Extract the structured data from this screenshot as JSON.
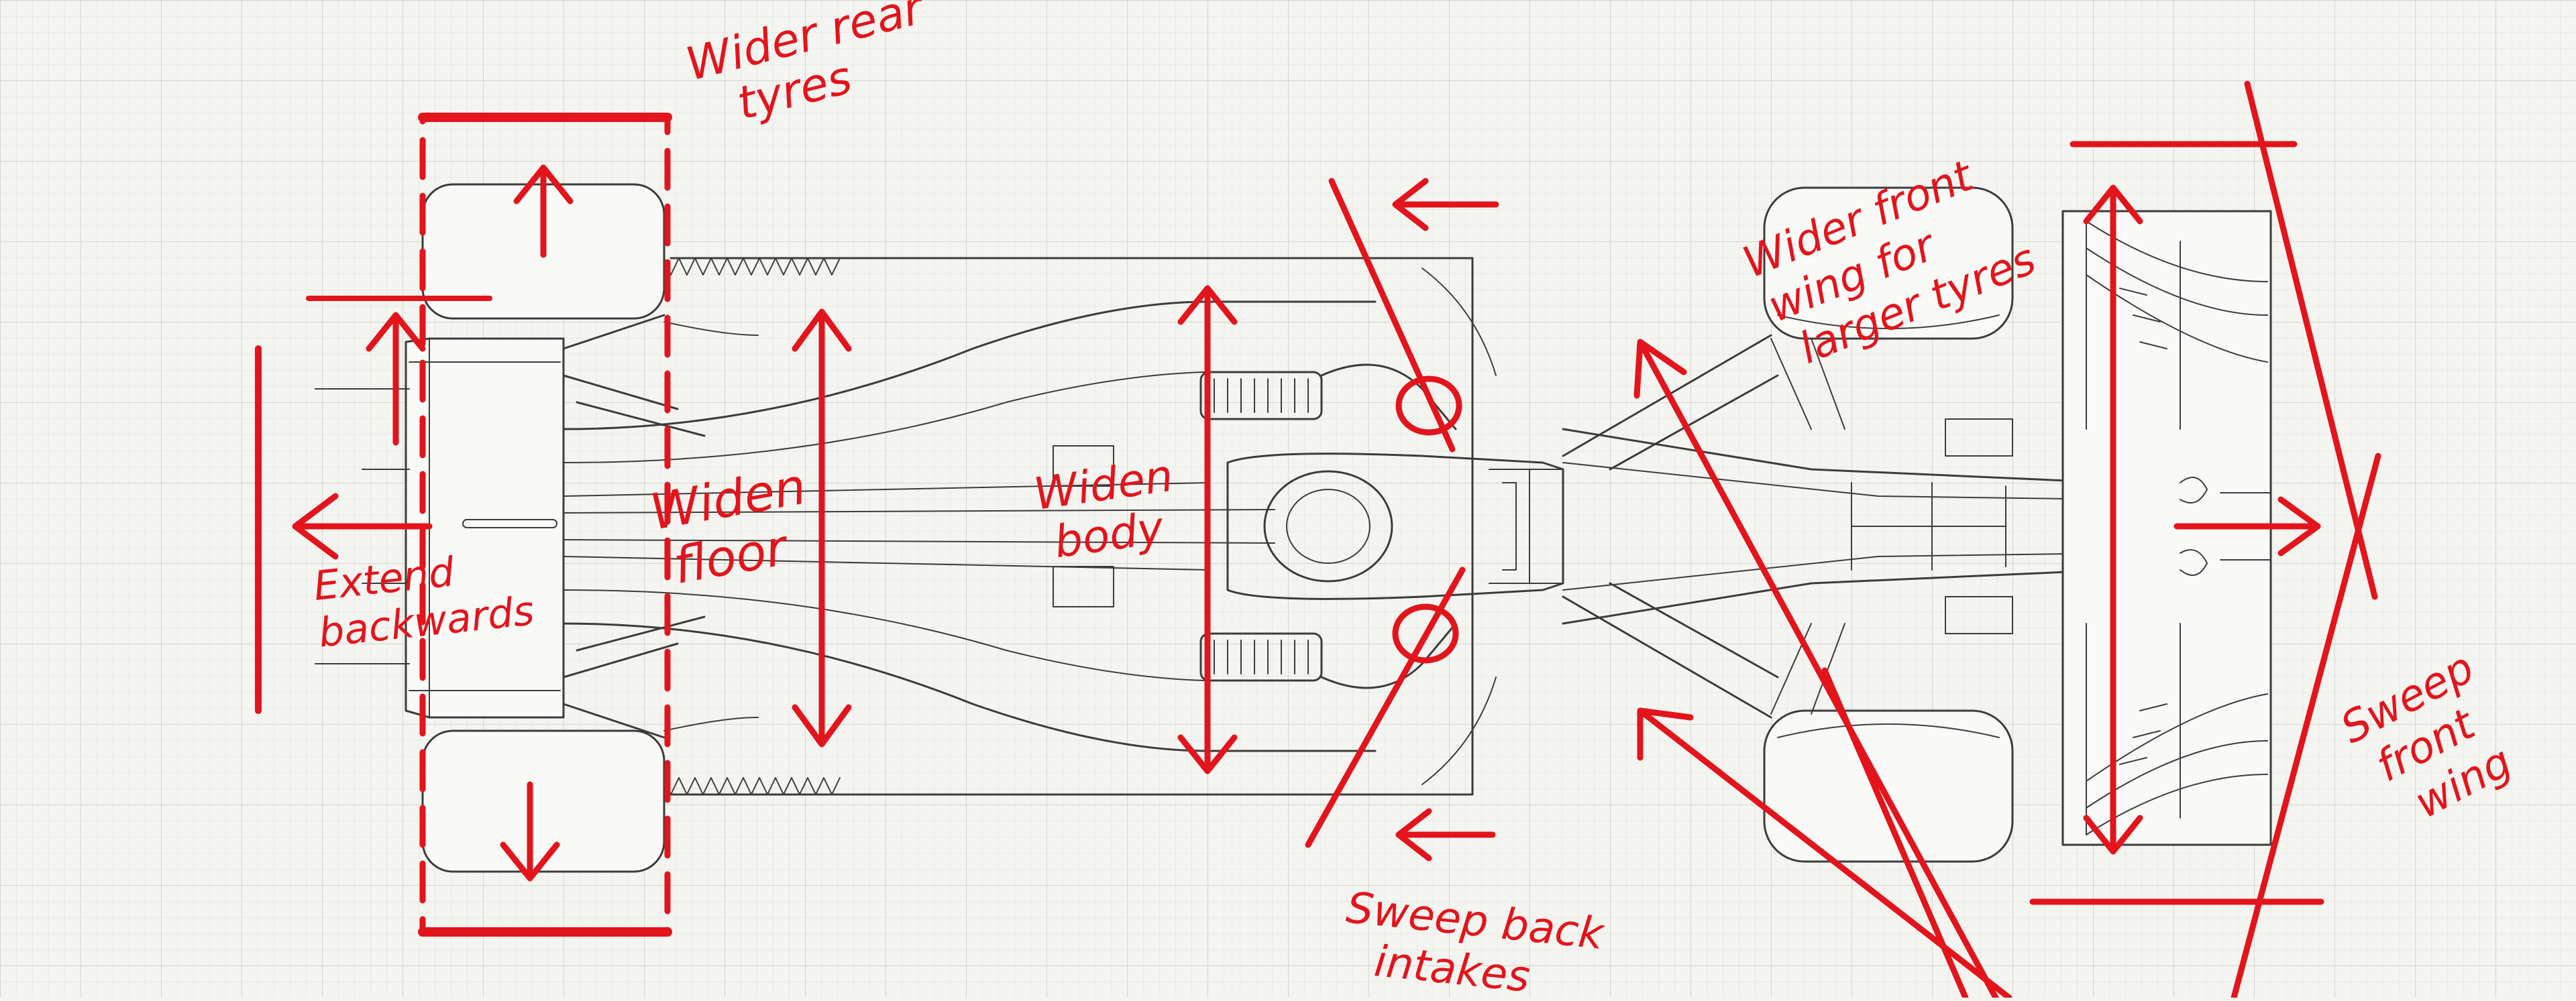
{
  "colors": {
    "paper": "#f4f4f1",
    "grid_minor": "#e4e4df",
    "grid_major": "#d6d6cf",
    "ink": "#3c3c3c",
    "annotation": "#e3141b"
  },
  "annotations": {
    "wider_rear_tyres": [
      "Wider rear",
      "tyres"
    ],
    "extend_backwards": [
      "Extend",
      "backwards"
    ],
    "widen_floor": [
      "Widen",
      "floor"
    ],
    "widen_body": [
      "Widen",
      "body"
    ],
    "wider_front_wing": [
      "Wider front",
      "wing for",
      "larger tyres"
    ],
    "sweep_back_intakes": [
      "Sweep back",
      "intakes"
    ],
    "sweep_front_wing": [
      "Sweep",
      "front",
      "wing"
    ]
  }
}
